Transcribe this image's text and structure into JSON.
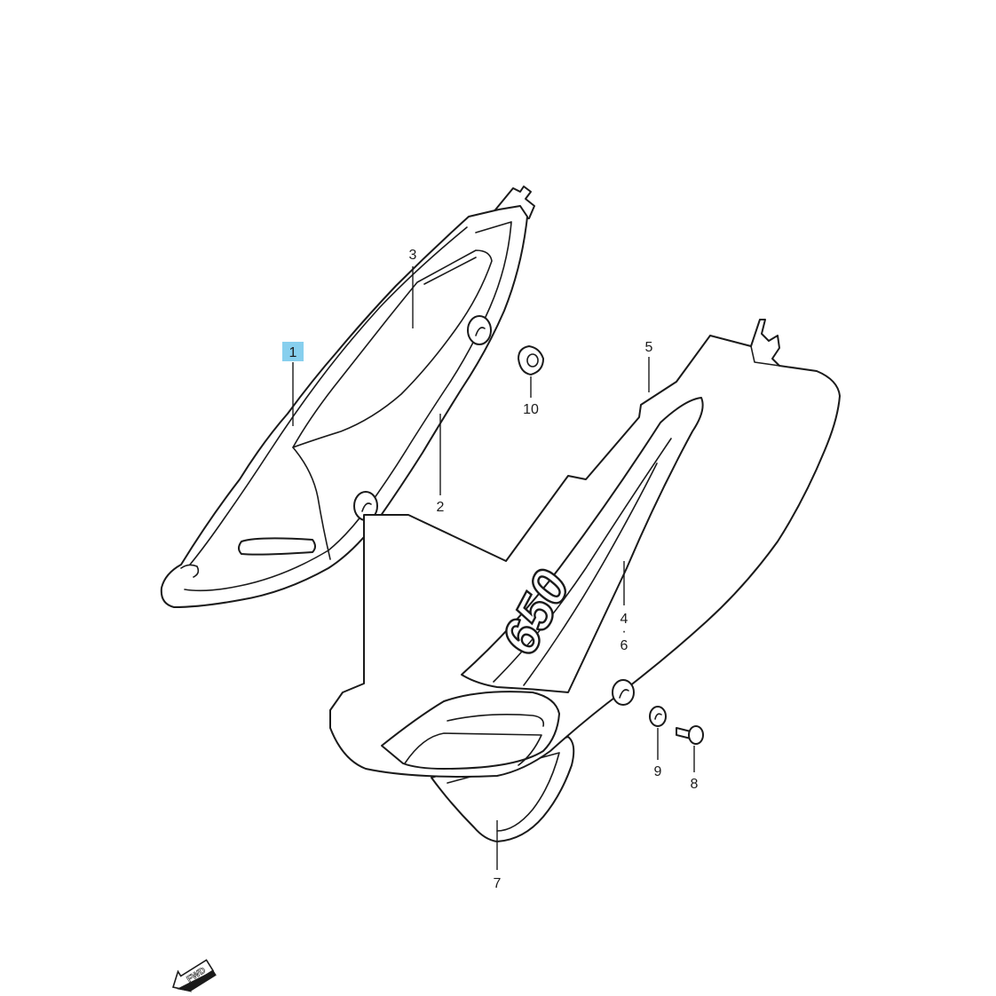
{
  "diagram": {
    "highlight_color": "#87cfee",
    "line_color": "#1a1a1a",
    "callouts": {
      "c1": "1",
      "c2": "2",
      "c3": "3",
      "c4": "4",
      "c4_sep": "·",
      "c6": "6",
      "c5": "5",
      "c7": "7",
      "c8": "8",
      "c9": "9",
      "c10": "10"
    },
    "decal_text": "650",
    "direction_label": "FWD"
  }
}
